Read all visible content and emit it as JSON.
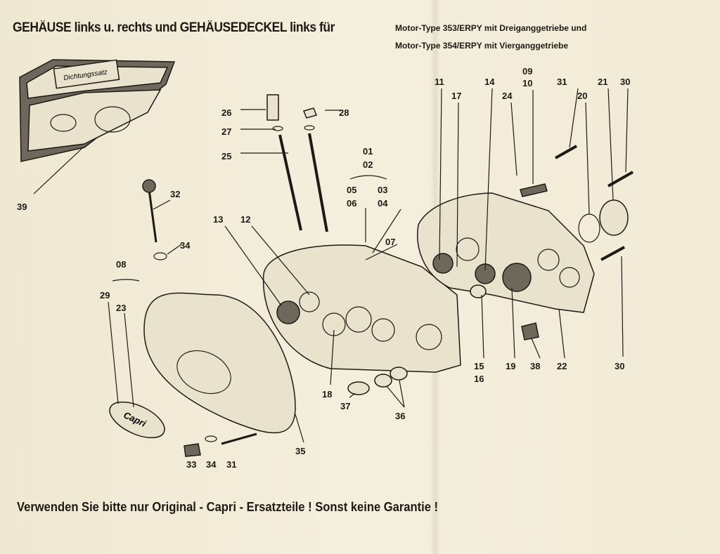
{
  "header": {
    "title": "GEHÄUSE links u. rechts und GEHÄUSEDECKEL links für",
    "motor_type_1": "Motor-Type 353/ERPY mit Dreiganggetriebe und",
    "motor_type_2": "Motor-Type 354/ERPY mit Vierganggetriebe"
  },
  "footer": "Verwenden Sie bitte nur Original - Capri - Ersatzteile ! Sonst keine Garantie !",
  "logos": {
    "gasket_box": "Dichtungssatz",
    "badge": "Capri"
  },
  "callouts": [
    "11",
    "17",
    "14",
    "09",
    "10",
    "24",
    "31",
    "20",
    "21",
    "30",
    "26",
    "28",
    "27",
    "25",
    "01",
    "02",
    "05",
    "03",
    "06",
    "04",
    "07",
    "32",
    "39",
    "34",
    "13",
    "12",
    "08",
    "29",
    "23",
    "15",
    "16",
    "19",
    "38",
    "22",
    "30",
    "18",
    "37",
    "36",
    "35",
    "33",
    "34",
    "31"
  ]
}
